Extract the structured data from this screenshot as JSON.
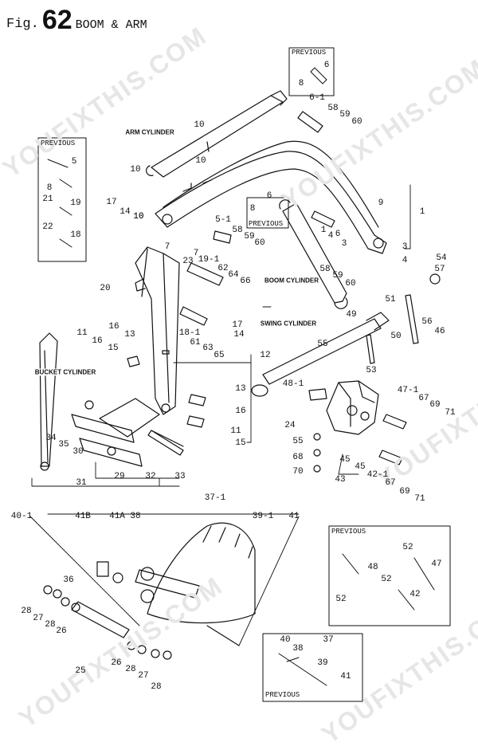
{
  "header": {
    "fig_prefix": "Fig.",
    "fig_number": "62",
    "title": "BOOM & ARM"
  },
  "watermark": {
    "text": "YOUFIXTHIS.COM"
  },
  "component_tags": {
    "arm_cylinder": "ARM CYLINDER",
    "boom_cylinder": "BOOM CYLINDER",
    "swing_cylinder": "SWING CYLINDER",
    "bucket_cylinder": "BUCKET CYLINDER"
  },
  "previous_label": "PREVIOUS",
  "previous_boxes": [
    {
      "id": "top-center",
      "labels": [
        "6",
        "8"
      ]
    },
    {
      "id": "left",
      "labels": [
        "5",
        "8",
        "21",
        "19",
        "22",
        "18"
      ]
    },
    {
      "id": "bottom-right",
      "labels": [
        "52",
        "48",
        "47",
        "52",
        "52",
        "42"
      ]
    },
    {
      "id": "bottom-center",
      "labels": [
        "40",
        "37",
        "38",
        "39",
        "41"
      ]
    }
  ],
  "part_labels": [
    "10",
    "10",
    "10",
    "10",
    "17",
    "14",
    "10",
    "6-1",
    "58",
    "59",
    "60",
    "9",
    "1",
    "3",
    "4",
    "54",
    "57",
    "6",
    "8",
    "5-1",
    "58",
    "59",
    "60",
    "6",
    "1",
    "4",
    "3",
    "58",
    "59",
    "60",
    "7",
    "7",
    "19-1",
    "62",
    "64",
    "66",
    "23",
    "20",
    "51",
    "50",
    "56",
    "46",
    "18-1",
    "61",
    "63",
    "65",
    "17",
    "14",
    "12",
    "11",
    "16",
    "13",
    "16",
    "15",
    "49",
    "55",
    "53",
    "48-1",
    "47-1",
    "67",
    "69",
    "71",
    "13",
    "16",
    "11",
    "15",
    "34",
    "35",
    "30",
    "29",
    "32",
    "33",
    "31",
    "24",
    "55",
    "68",
    "70",
    "45",
    "45",
    "43",
    "42-1",
    "67",
    "69",
    "71",
    "37-1",
    "40-1",
    "41B",
    "41A",
    "38",
    "39-1",
    "41",
    "36",
    "28",
    "27",
    "28",
    "26",
    "25",
    "26",
    "28",
    "27",
    "28"
  ]
}
